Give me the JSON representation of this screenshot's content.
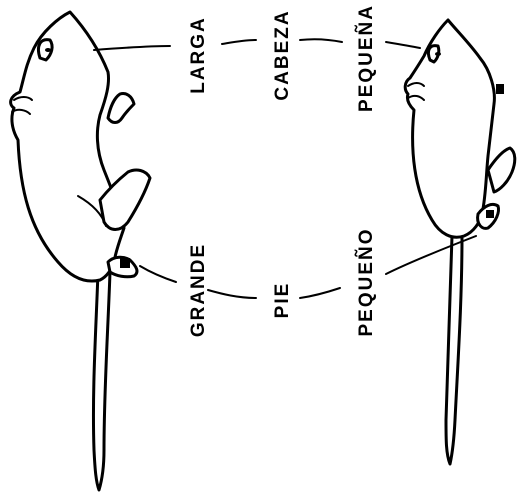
{
  "labels": {
    "larga": "LARGA",
    "cabeza": "CABEZA",
    "pequena_head": "PEQUEÑA",
    "grande": "GRANDE",
    "pie": "PIE",
    "pequeno_foot": "PEQUEÑO"
  },
  "colors": {
    "ink": "#000000",
    "background": "#ffffff"
  }
}
